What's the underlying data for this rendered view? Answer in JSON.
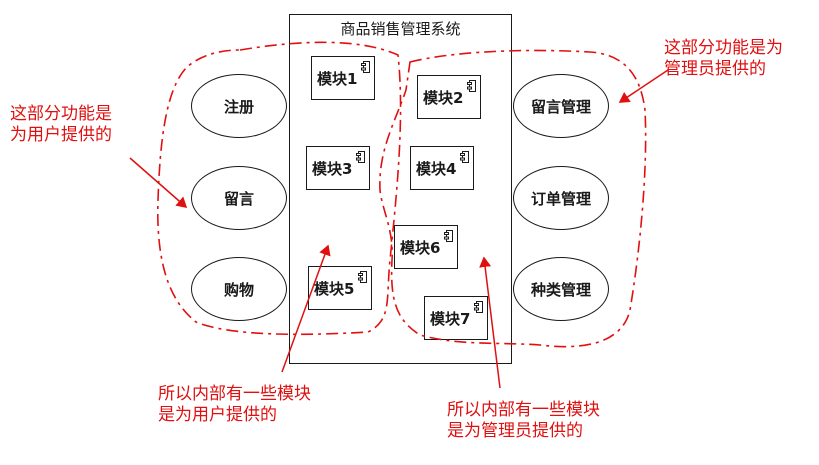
{
  "system": {
    "title": "商品销售管理系统"
  },
  "user_usecases": [
    "注册",
    "留言",
    "购物"
  ],
  "admin_usecases": [
    "留言管理",
    "订单管理",
    "种类管理"
  ],
  "modules": [
    "模块1",
    "模块2",
    "模块3",
    "模块4",
    "模块5",
    "模块6",
    "模块7"
  ],
  "notes": {
    "user_side": [
      "这部分功能是",
      "为用户提供的"
    ],
    "admin_side": [
      "这部分功能是为",
      "管理员提供的"
    ],
    "user_modules": [
      "所以内部有一些模块",
      "是为用户提供的"
    ],
    "admin_modules": [
      "所以内部有一些模块",
      "是为管理员提供的"
    ]
  },
  "colors": {
    "annotation": "#e01010",
    "lines": "#1a1a1a"
  },
  "icons": {
    "module": "component-icon"
  }
}
